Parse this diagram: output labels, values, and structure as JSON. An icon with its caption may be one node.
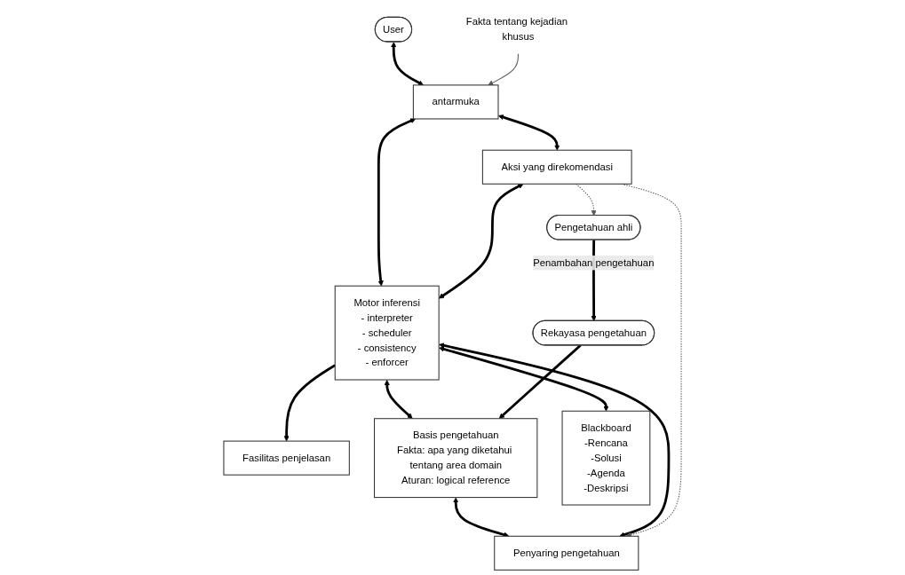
{
  "diagram": {
    "nodes": [
      {
        "text": [
          "User"
        ]
      },
      {
        "text": [
          "antarmuka"
        ]
      },
      {
        "text": [
          "Fakta tentang kejadian khusus"
        ]
      },
      {
        "text": [
          "Fasilitas penjelasan"
        ]
      },
      {
        "text": [
          "Basis pengetahuan",
          "Fakta: apa yang diketahui tentang area domain",
          "Aturan: logical reference"
        ]
      },
      {
        "text": [
          "Aksi yang direkomendasi"
        ]
      },
      {
        "text": [
          "Motor inferensi",
          "- interpreter",
          "- scheduler",
          "- consistency",
          "- enforcer"
        ]
      },
      {
        "text": [
          "Rekayasa pengetahuan"
        ]
      },
      {
        "text": [
          "Pengetahuan ahli"
        ]
      },
      {
        "text": [
          "Blackboard",
          "-Rencana",
          "-Solusi",
          "-Agenda",
          "-Deskripsi"
        ]
      },
      {
        "text": [
          "Penyaring pengetahuan"
        ]
      }
    ],
    "edges": [
      {
        "from": 0,
        "to": 1,
        "arrow": "both"
      },
      {
        "from": 2,
        "to": 1,
        "arrow": "to",
        "color": "#595959"
      },
      {
        "from": 1,
        "to": 5,
        "arrow": "both"
      },
      {
        "from": 1,
        "to": 6,
        "arrow": "both"
      },
      {
        "from": 6,
        "to": 3,
        "arrow": "to"
      },
      {
        "from": 5,
        "to": 6,
        "arrow": "both"
      },
      {
        "from": 6,
        "to": 4,
        "arrow": "both"
      },
      {
        "from": 4,
        "to": 10,
        "arrow": "both"
      },
      {
        "from": 8,
        "to": 7,
        "arrow": "to",
        "label": "Penambahan pengetahuan"
      },
      {
        "from": 7,
        "to": 4,
        "arrow": "to"
      },
      {
        "from": 6,
        "to": 9,
        "arrow": "both"
      },
      {
        "from": 6,
        "to": 10,
        "arrow": "both"
      },
      {
        "from": 5,
        "to": 10,
        "arrow": "to",
        "style": "dashed",
        "color": "#595959"
      },
      {
        "from": 5,
        "to": 8,
        "arrow": "to",
        "style": "dashed",
        "color": "#595959"
      }
    ]
  }
}
